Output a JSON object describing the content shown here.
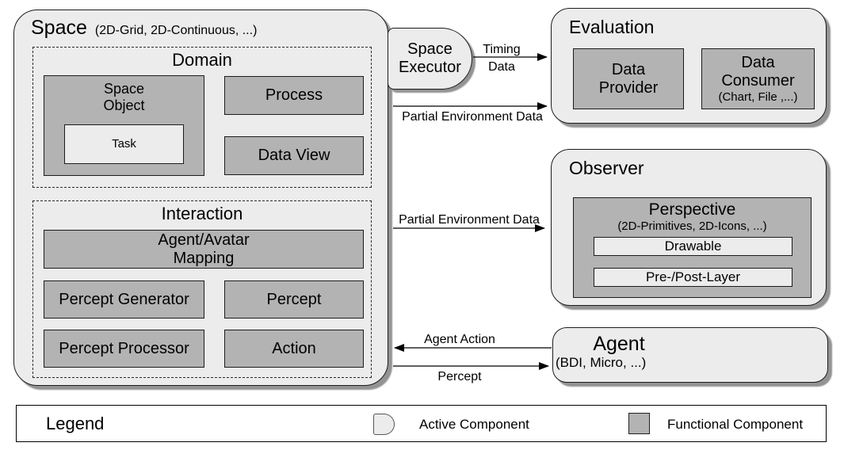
{
  "colors": {
    "page_bg": "#ffffff",
    "container_fill": "#ececec",
    "functional_fill": "#b3b3b3",
    "shadow": "#939393",
    "border": "#1c1c1c"
  },
  "space": {
    "title": "Space",
    "subtitle": "(2D-Grid, 2D-Continuous, ...)",
    "domain": {
      "title": "Domain",
      "space_object": {
        "lines": [
          "Space",
          "Object"
        ]
      },
      "task": "Task",
      "process": "Process",
      "data_view": "Data View"
    },
    "interaction": {
      "title": "Interaction",
      "agent_avatar_mapping": {
        "lines": [
          "Agent/Avatar",
          "Mapping"
        ]
      },
      "percept_generator": "Percept Generator",
      "percept": "Percept",
      "percept_processor": "Percept Processor",
      "action": "Action"
    }
  },
  "space_executor": {
    "lines": [
      "Space",
      "Executor"
    ]
  },
  "evaluation": {
    "title": "Evaluation",
    "data_provider": {
      "lines": [
        "Data",
        "Provider"
      ]
    },
    "data_consumer": {
      "lines": [
        "Data",
        "Consumer"
      ],
      "subtitle": "(Chart, File ,...)"
    }
  },
  "observer": {
    "title": "Observer",
    "perspective": {
      "title": "Perspective",
      "subtitle": "(2D-Primitives, 2D-Icons, ...)",
      "drawable": "Drawable",
      "pre_post_layer": "Pre-/Post-Layer"
    }
  },
  "agent": {
    "title": "Agent",
    "subtitle": "(BDI, Micro, ...)"
  },
  "arrows": {
    "timing": {
      "lines": [
        "Timing",
        "Data"
      ]
    },
    "partial_env_top": "Partial Environment Data",
    "partial_env_mid": "Partial Environment Data",
    "agent_action": "Agent Action",
    "percept": "Percept"
  },
  "legend": {
    "title": "Legend",
    "active_component": "Active Component",
    "functional_component": "Functional Component"
  }
}
